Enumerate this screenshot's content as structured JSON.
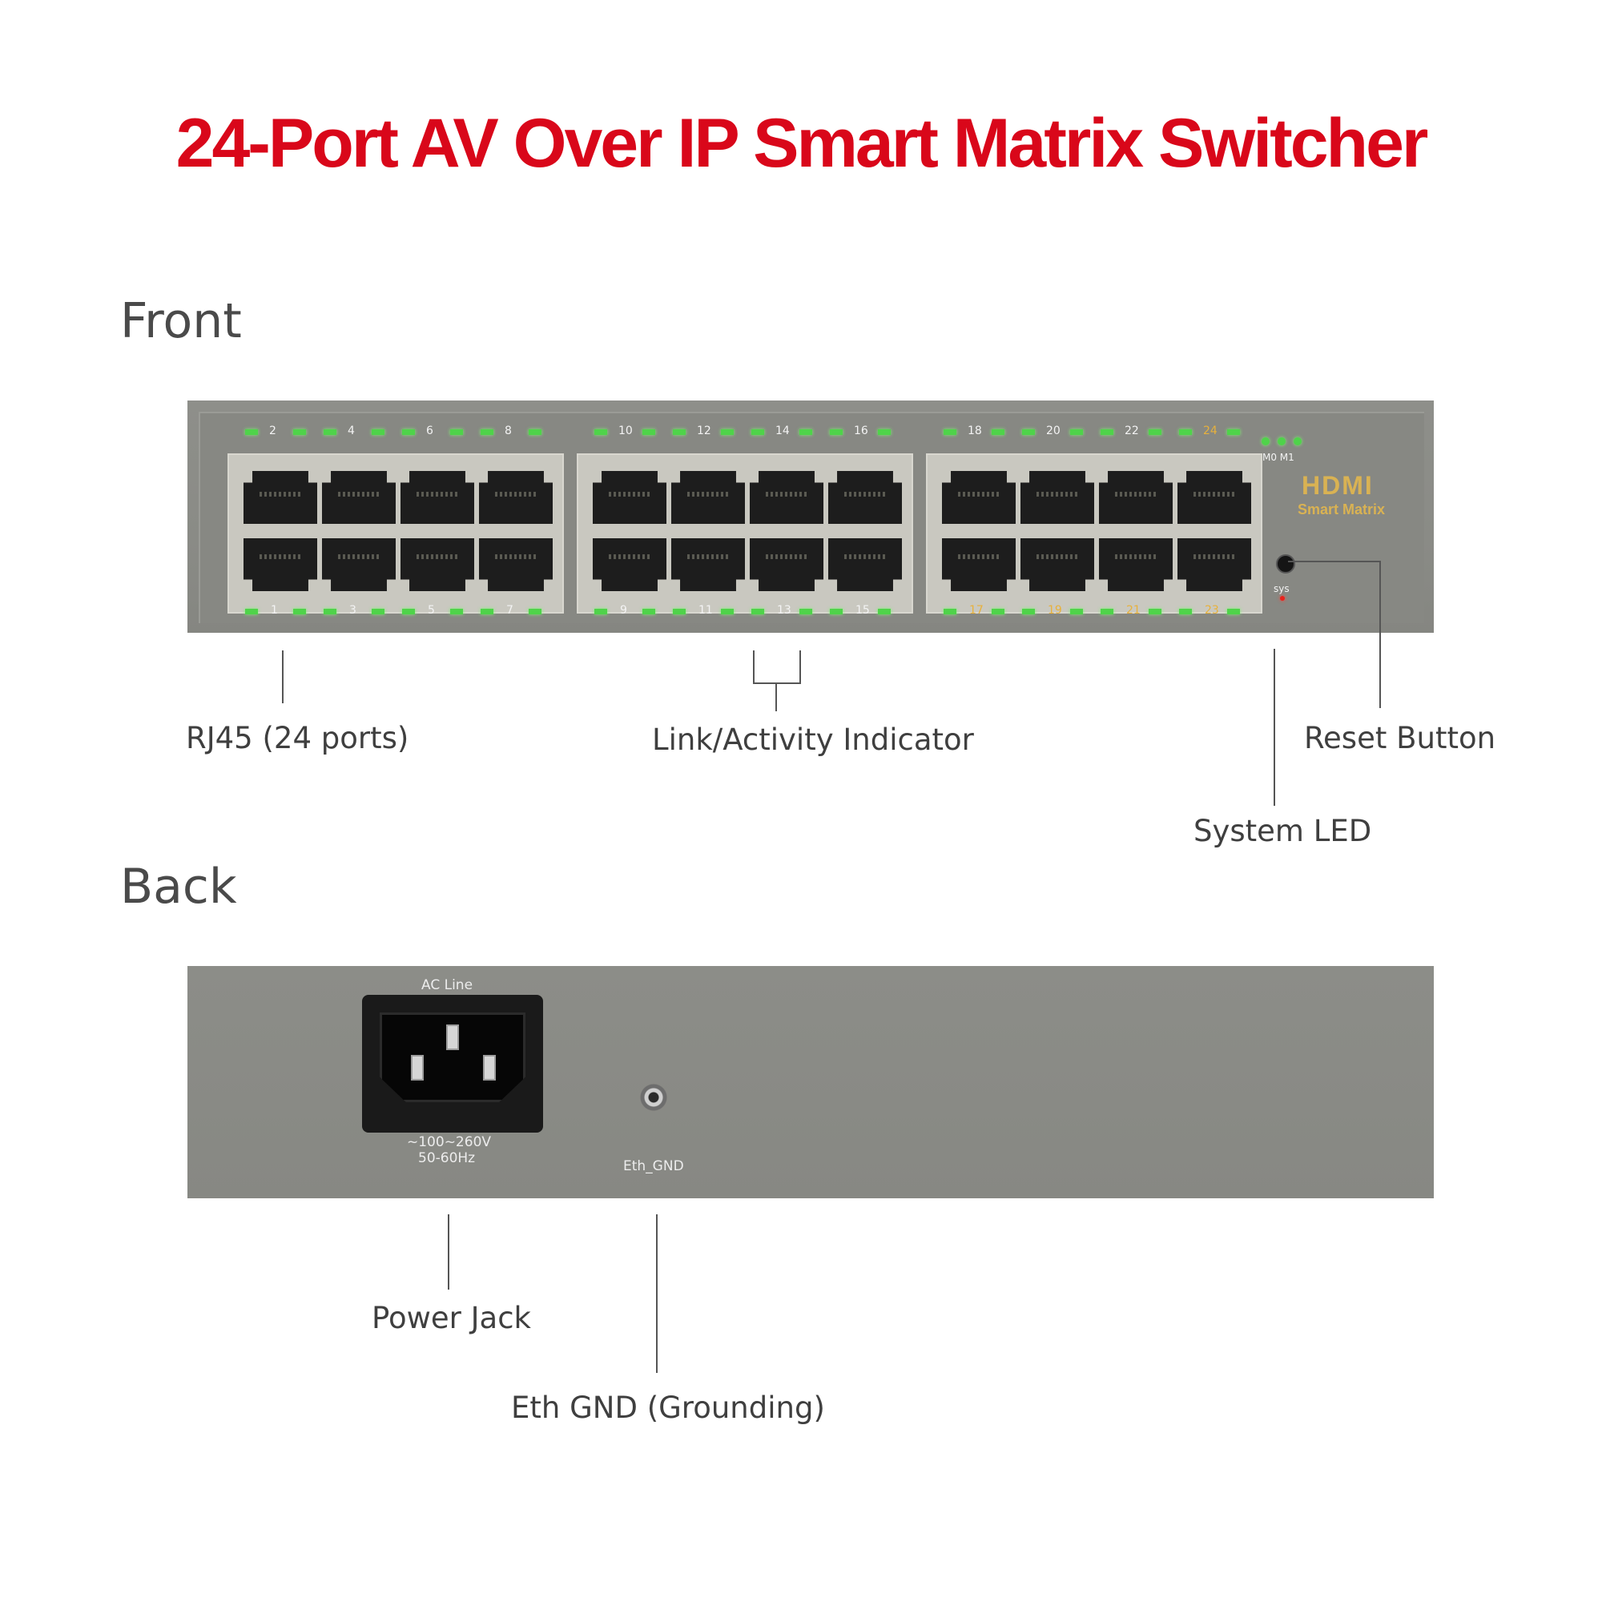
{
  "title": "24-Port AV Over IP Smart Matrix Switcher",
  "sections": {
    "front": "Front",
    "back": "Back"
  },
  "front_panel": {
    "top_port_numbers": [
      "2",
      "4",
      "6",
      "8",
      "10",
      "12",
      "14",
      "16",
      "18",
      "20",
      "22",
      "24"
    ],
    "bottom_port_numbers": [
      "1",
      "3",
      "5",
      "7",
      "9",
      "11",
      "13",
      "15",
      "17",
      "19",
      "21",
      "23"
    ],
    "indicator_labels": "M0 M1",
    "logo_text": "HDMI",
    "logo_subtext": "Smart Matrix",
    "sys_label": "sys"
  },
  "back_panel": {
    "ac_line_label": "AC Line",
    "voltage_label": "~100~260V",
    "frequency_label": "50-60Hz",
    "eth_gnd_label": "Eth_GND"
  },
  "callouts": {
    "rj45": "RJ45 (24 ports)",
    "link_activity": "Link/Activity Indicator",
    "reset_button": "Reset Button",
    "system_led": "System LED",
    "power_jack": "Power Jack",
    "eth_gnd": "Eth GND (Grounding)"
  },
  "colors": {
    "title_red": "#d9071a",
    "panel_gray": "#8a8b86",
    "led_green": "#4fd34a",
    "amber_port_numbers": "#e7b13c",
    "logo_gold": "#d9b253"
  }
}
